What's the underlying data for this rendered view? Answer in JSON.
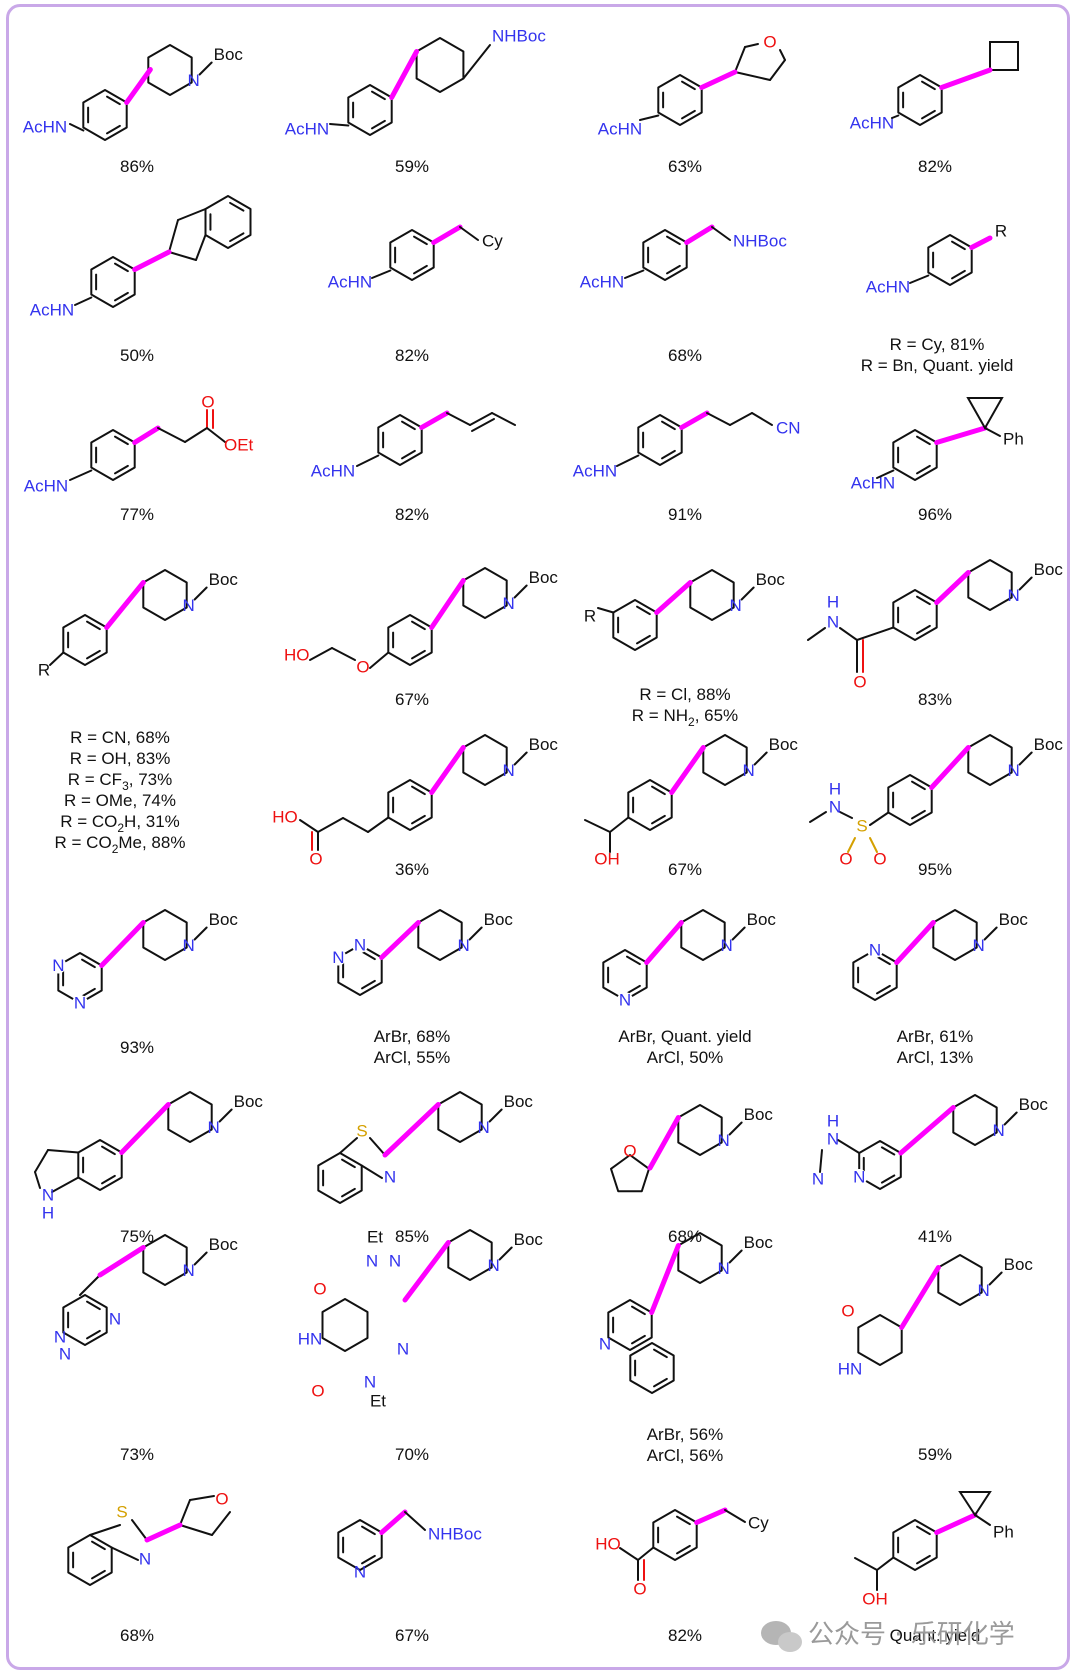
{
  "colors": {
    "bond": "#111111",
    "new_bond": "#ff00ff",
    "nitrogen": "#3333ee",
    "oxygen": "#ee1111",
    "sulfur": "#d4a000",
    "frame": "#c9a8e8"
  },
  "watermark": {
    "text": "公众号 · 乐研化学",
    "icon": "wechat-icon"
  },
  "compounds": [
    {
      "id": "c1",
      "caption": [
        "86%"
      ],
      "labels": [
        "AcHN",
        "N",
        "Boc"
      ]
    },
    {
      "id": "c2",
      "caption": [
        "59%"
      ],
      "labels": [
        "AcHN",
        "NHBoc"
      ]
    },
    {
      "id": "c3",
      "caption": [
        "63%"
      ],
      "labels": [
        "AcHN",
        "O"
      ]
    },
    {
      "id": "c4",
      "caption": [
        "82%"
      ],
      "labels": [
        "AcHN"
      ]
    },
    {
      "id": "c5",
      "caption": [
        "50%"
      ],
      "labels": [
        "AcHN"
      ]
    },
    {
      "id": "c6",
      "caption": [
        "82%"
      ],
      "labels": [
        "AcHN",
        "Cy"
      ]
    },
    {
      "id": "c7",
      "caption": [
        "68%"
      ],
      "labels": [
        "AcHN",
        "NHBoc"
      ]
    },
    {
      "id": "c8",
      "caption": [
        "R = Cy, 81%",
        "R = Bn, Quant. yield"
      ],
      "labels": [
        "AcHN",
        "R"
      ]
    },
    {
      "id": "c9",
      "caption": [
        "77%"
      ],
      "labels": [
        "AcHN",
        "O",
        "OEt"
      ]
    },
    {
      "id": "c10",
      "caption": [
        "82%"
      ],
      "labels": [
        "AcHN"
      ]
    },
    {
      "id": "c11",
      "caption": [
        "91%"
      ],
      "labels": [
        "AcHN",
        "CN"
      ]
    },
    {
      "id": "c12",
      "caption": [
        "96%"
      ],
      "labels": [
        "AcHN",
        "Ph"
      ]
    },
    {
      "id": "c13",
      "caption": [
        "R = CN, 68%",
        "R = OH, 83%",
        "R = CF3, 73%",
        "R = OMe, 74%",
        "R = CO2H, 31%",
        "R = CO2Me, 88%"
      ],
      "labels": [
        "R",
        "N",
        "Boc"
      ]
    },
    {
      "id": "c14",
      "caption": [
        "67%"
      ],
      "labels": [
        "HO",
        "O",
        "N",
        "Boc"
      ]
    },
    {
      "id": "c15",
      "caption": [
        "R = Cl, 88%",
        "R = NH2, 65%"
      ],
      "labels": [
        "R",
        "N",
        "Boc"
      ]
    },
    {
      "id": "c16",
      "caption": [
        "83%"
      ],
      "labels": [
        "H",
        "N",
        "O",
        "N",
        "Boc"
      ]
    },
    {
      "id": "c17",
      "caption": [
        "36%"
      ],
      "labels": [
        "HO",
        "O",
        "N",
        "Boc"
      ]
    },
    {
      "id": "c18",
      "caption": [
        "67%"
      ],
      "labels": [
        "OH",
        "N",
        "Boc"
      ]
    },
    {
      "id": "c19",
      "caption": [
        "95%"
      ],
      "labels": [
        "H",
        "N",
        "S",
        "O",
        "O",
        "N",
        "Boc"
      ]
    },
    {
      "id": "c20",
      "caption": [
        "93%"
      ],
      "labels": [
        "N",
        "N",
        "N",
        "Boc"
      ]
    },
    {
      "id": "c21",
      "caption": [
        "ArBr, 68%",
        "ArCl, 55%"
      ],
      "labels": [
        "N",
        "N",
        "N",
        "Boc"
      ]
    },
    {
      "id": "c22",
      "caption": [
        "ArBr, Quant. yield",
        "ArCl, 50%"
      ],
      "labels": [
        "N",
        "N",
        "Boc"
      ]
    },
    {
      "id": "c23",
      "caption": [
        "ArBr, 61%",
        "ArCl, 13%"
      ],
      "labels": [
        "N",
        "N",
        "Boc"
      ]
    },
    {
      "id": "c24",
      "caption": [
        "75%"
      ],
      "labels": [
        "N",
        "H",
        "N",
        "Boc"
      ]
    },
    {
      "id": "c25",
      "caption": [
        "85%"
      ],
      "labels": [
        "S",
        "N",
        "N",
        "Boc"
      ]
    },
    {
      "id": "c26",
      "caption": [
        "68%"
      ],
      "labels": [
        "O",
        "N",
        "Boc"
      ]
    },
    {
      "id": "c27",
      "caption": [
        "41%"
      ],
      "labels": [
        "H",
        "N",
        "N",
        "N",
        "N",
        "Boc"
      ]
    },
    {
      "id": "c28",
      "caption": [
        "73%"
      ],
      "labels": [
        "N",
        "N",
        "N",
        "N",
        "Boc"
      ]
    },
    {
      "id": "c29",
      "caption": [
        "70%"
      ],
      "labels": [
        "Et",
        "N",
        "O",
        "HN",
        "O",
        "N",
        "Et",
        "N",
        "N",
        "Boc"
      ]
    },
    {
      "id": "c30",
      "caption": [
        "ArBr, 56%",
        "ArCl, 56%"
      ],
      "labels": [
        "N",
        "N",
        "Boc"
      ]
    },
    {
      "id": "c31",
      "caption": [
        "59%"
      ],
      "labels": [
        "O",
        "HN",
        "N",
        "Boc"
      ]
    },
    {
      "id": "c32",
      "caption": [
        "68%"
      ],
      "labels": [
        "S",
        "N",
        "O"
      ]
    },
    {
      "id": "c33",
      "caption": [
        "67%"
      ],
      "labels": [
        "N",
        "NHBoc"
      ]
    },
    {
      "id": "c34",
      "caption": [
        "82%"
      ],
      "labels": [
        "HO",
        "O",
        "Cy"
      ]
    },
    {
      "id": "c35",
      "caption": [
        "Quant. yield"
      ],
      "labels": [
        "OH",
        "Ph"
      ]
    }
  ]
}
